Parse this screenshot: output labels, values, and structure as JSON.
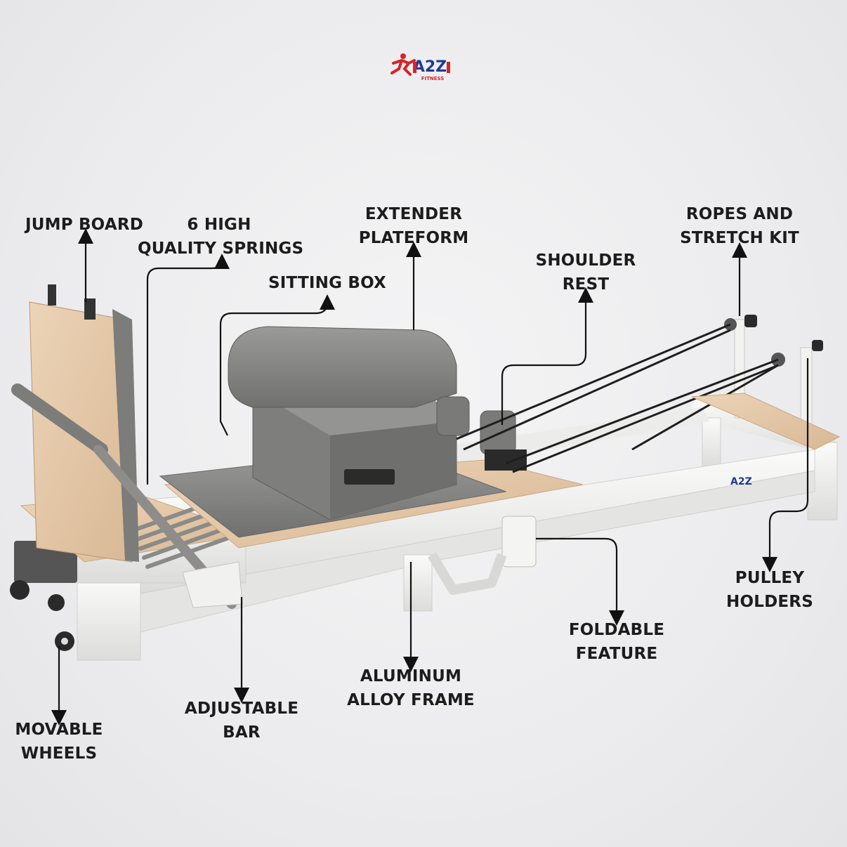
{
  "brand": {
    "logo_text": "A2Z",
    "logo_subtext": "FITNESS",
    "primary_color": "#1f3a93",
    "accent_color": "#d6242a"
  },
  "labels": {
    "jump_board": [
      "JUMP BOARD"
    ],
    "springs": [
      "6 HIGH",
      "QUALITY SPRINGS"
    ],
    "sitting_box": [
      "SITTING BOX"
    ],
    "extender": [
      "EXTENDER",
      "PLATEFORM"
    ],
    "shoulder_rest": [
      "SHOULDER",
      "REST"
    ],
    "ropes": [
      "ROPES AND",
      "STRETCH KIT"
    ],
    "pulley": [
      "PULLEY",
      "HOLDERS"
    ],
    "foldable": [
      "FOLDABLE",
      "FEATURE"
    ],
    "frame": [
      "ALUMINUM",
      "ALLOY FRAME"
    ],
    "bar": [
      "ADJUSTABLE",
      "BAR"
    ],
    "wheels": [
      "MOVABLE",
      "WHEELS"
    ]
  },
  "colors": {
    "frame": "#f3f3f1",
    "upholstery": "#828280",
    "wood": "#e2c4a4",
    "metal": "#8f8d8a",
    "line": "#111111"
  }
}
